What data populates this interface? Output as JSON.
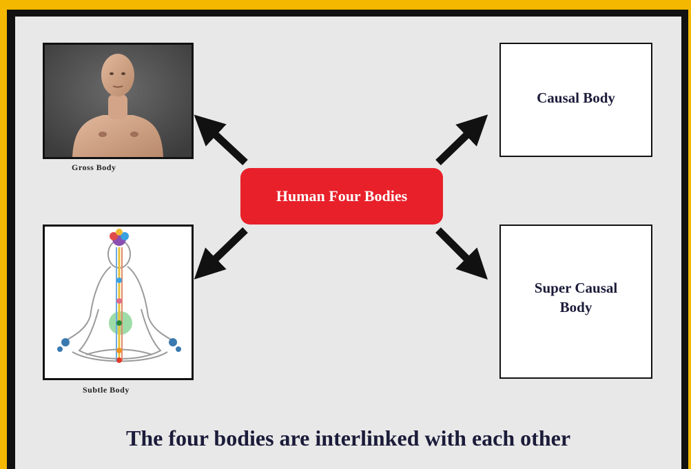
{
  "diagram": {
    "center": {
      "label": "Human Four Bodies",
      "color": "#e8202a"
    },
    "nodes": [
      {
        "id": "gross",
        "caption": "Gross Body",
        "image": "human-torso-photo"
      },
      {
        "id": "subtle",
        "caption": "Subtle Body",
        "image": "meditating-figure-chakras"
      },
      {
        "id": "causal",
        "label": "Causal Body"
      },
      {
        "id": "supercausal",
        "label_line1": "Super Causal",
        "label_line2": "Body"
      }
    ],
    "footer": "The four bodies are interlinked with each other"
  },
  "colors": {
    "frame": "#f5b800",
    "panel": "#e8e8e8",
    "text": "#1b1b3a",
    "arrow": "#111111"
  }
}
